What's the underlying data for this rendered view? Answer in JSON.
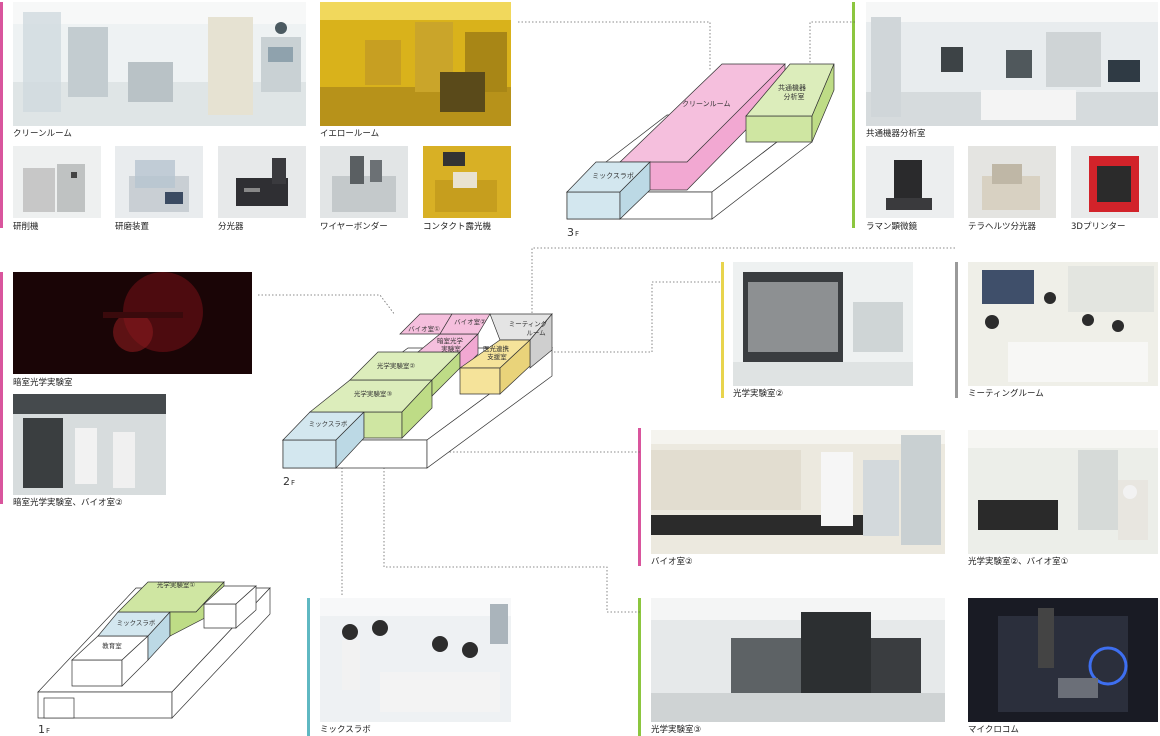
{
  "colors": {
    "pink": "#d9559d",
    "green": "#8cc63f",
    "yellow": "#e8d44d",
    "gray": "#9a9a9a",
    "cyan": "#5fb8c2",
    "room_pink": "#f2a8d2",
    "room_green": "#cfe6a2",
    "room_blue": "#d3e7ef",
    "room_yellow": "#f5e39a",
    "room_gray": "#e4e4e4"
  },
  "floors": {
    "f3": {
      "label": "3",
      "unit": "F",
      "rooms": {
        "clean": "クリーンルーム",
        "shared_line1": "共通機器",
        "shared_line2": "分析室",
        "mix": "ミックスラボ"
      }
    },
    "f2": {
      "label": "2",
      "unit": "F",
      "rooms": {
        "bio1": "バイオ室①",
        "bio2": "バイオ室②",
        "meeting_line1": "ミーティング",
        "meeting_line2": "ルーム",
        "dark_line1": "暗室光学",
        "dark_line2": "実験室",
        "optical2": "光学実験室②",
        "medical_line1": "医光連携",
        "medical_line2": "支援室",
        "optical3": "光学実験室③",
        "mix": "ミックスラボ"
      }
    },
    "f1": {
      "label": "1",
      "unit": "F",
      "rooms": {
        "optical1": "光学実験室①",
        "mix": "ミックスラボ",
        "classroom": "教育室"
      }
    }
  },
  "photos": {
    "cleanroom": "クリーンルーム",
    "yellowroom": "イエロールーム",
    "shared_lab": "共通機器分析室",
    "grinder": "研削機",
    "polisher": "研磨装置",
    "spectrometer": "分光器",
    "wire_bonder": "ワイヤーボンダー",
    "contact_aligner": "コンタクト露光機",
    "raman": "ラマン顕微鏡",
    "terahertz": "テラヘルツ分光器",
    "printer3d": "3Dプリンター",
    "dark_optics": "暗室光学実験室",
    "dark_bio": "暗室光学実験室、バイオ室②",
    "optical2": "光学実験室②",
    "meeting": "ミーティングルーム",
    "bio2": "バイオ室②",
    "optical2_bio1": "光学実験室②、バイオ室①",
    "mixlab": "ミックスラボ",
    "optical3": "光学実験室③",
    "microcomb": "マイクロコム"
  }
}
